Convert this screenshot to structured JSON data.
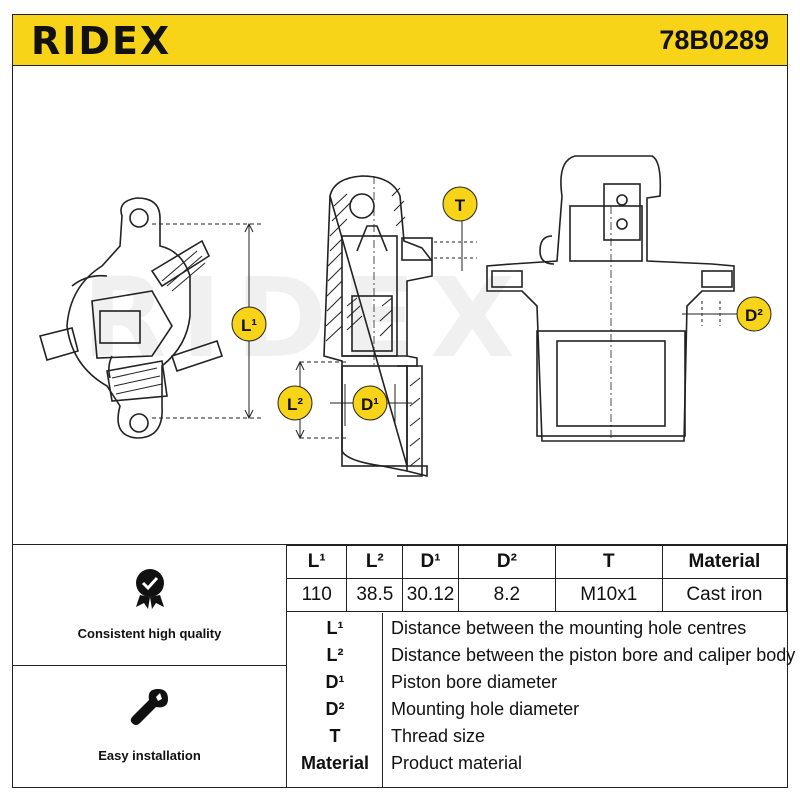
{
  "header": {
    "brand": "RIDEX",
    "part_number": "78B0289",
    "accent_color": "#f7d417"
  },
  "diagram": {
    "labels": {
      "l1": "L¹",
      "l2": "L²",
      "d1": "D¹",
      "d2": "D²",
      "t": "T"
    },
    "watermark": "RIDEX"
  },
  "features": [
    {
      "icon": "check-badge-icon",
      "label": "Consistent high quality"
    },
    {
      "icon": "wrench-icon",
      "label": "Easy installation"
    }
  ],
  "spec_table": {
    "headers": [
      "L¹",
      "L²",
      "D¹",
      "D²",
      "T",
      "Material"
    ],
    "values": [
      "110",
      "38.5",
      "30.12",
      "8.2",
      "M10x1",
      "Cast iron"
    ]
  },
  "legend": [
    {
      "key": "L¹",
      "desc": "Distance between the mounting hole centres"
    },
    {
      "key": "L²",
      "desc": "Distance between the piston bore and caliper body"
    },
    {
      "key": "D¹",
      "desc": "Piston bore diameter"
    },
    {
      "key": "D²",
      "desc": "Mounting hole diameter"
    },
    {
      "key": "T",
      "desc": "Thread size"
    },
    {
      "key": "Material",
      "desc": "Product material"
    }
  ]
}
